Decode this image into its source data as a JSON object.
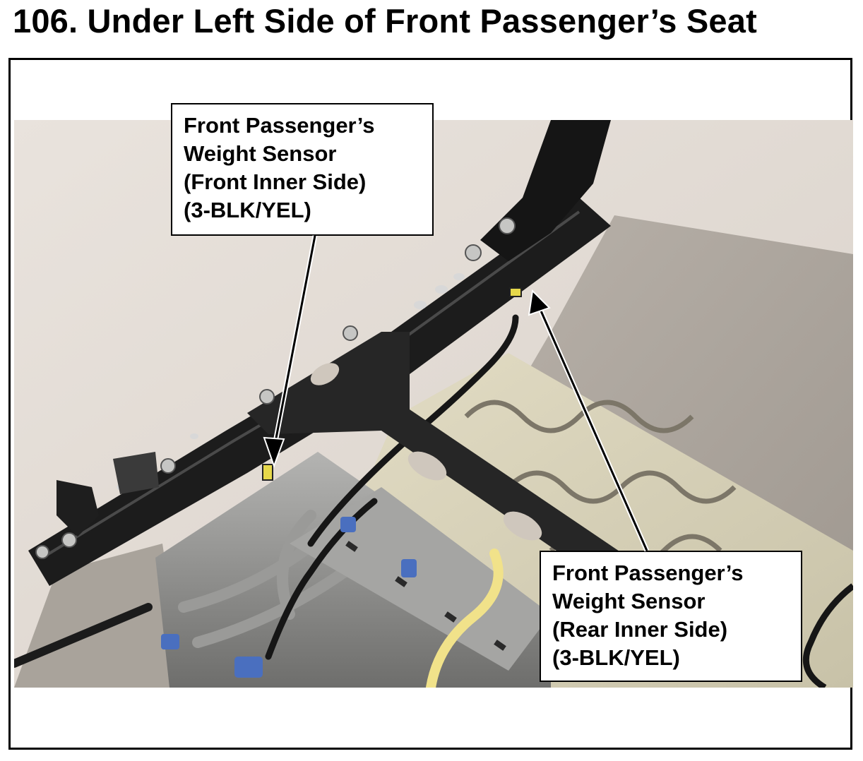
{
  "figure": {
    "title": "106.  Under Left Side of Front Passenger’s Seat"
  },
  "callouts": {
    "front_inner": {
      "line1": "Front Passenger’s",
      "line2": "Weight Sensor",
      "line3": "(Front Inner Side)",
      "line4": "(3-BLK/YEL)"
    },
    "rear_inner": {
      "line1": "Front Passenger’s",
      "line2": "Weight Sensor",
      "line3": "(Rear Inner Side)",
      "line4": "(3-BLK/YEL)"
    }
  },
  "colors": {
    "background": "#ede6e0",
    "seat_fabric": "#aaa49c",
    "rail_black": "#1c1c1c",
    "metal": "#8c8c8c",
    "connector_yellow": "#e6d84a",
    "airbag_wire_yellow": "#f1e28a",
    "clip_blue": "#4a6fbf"
  }
}
